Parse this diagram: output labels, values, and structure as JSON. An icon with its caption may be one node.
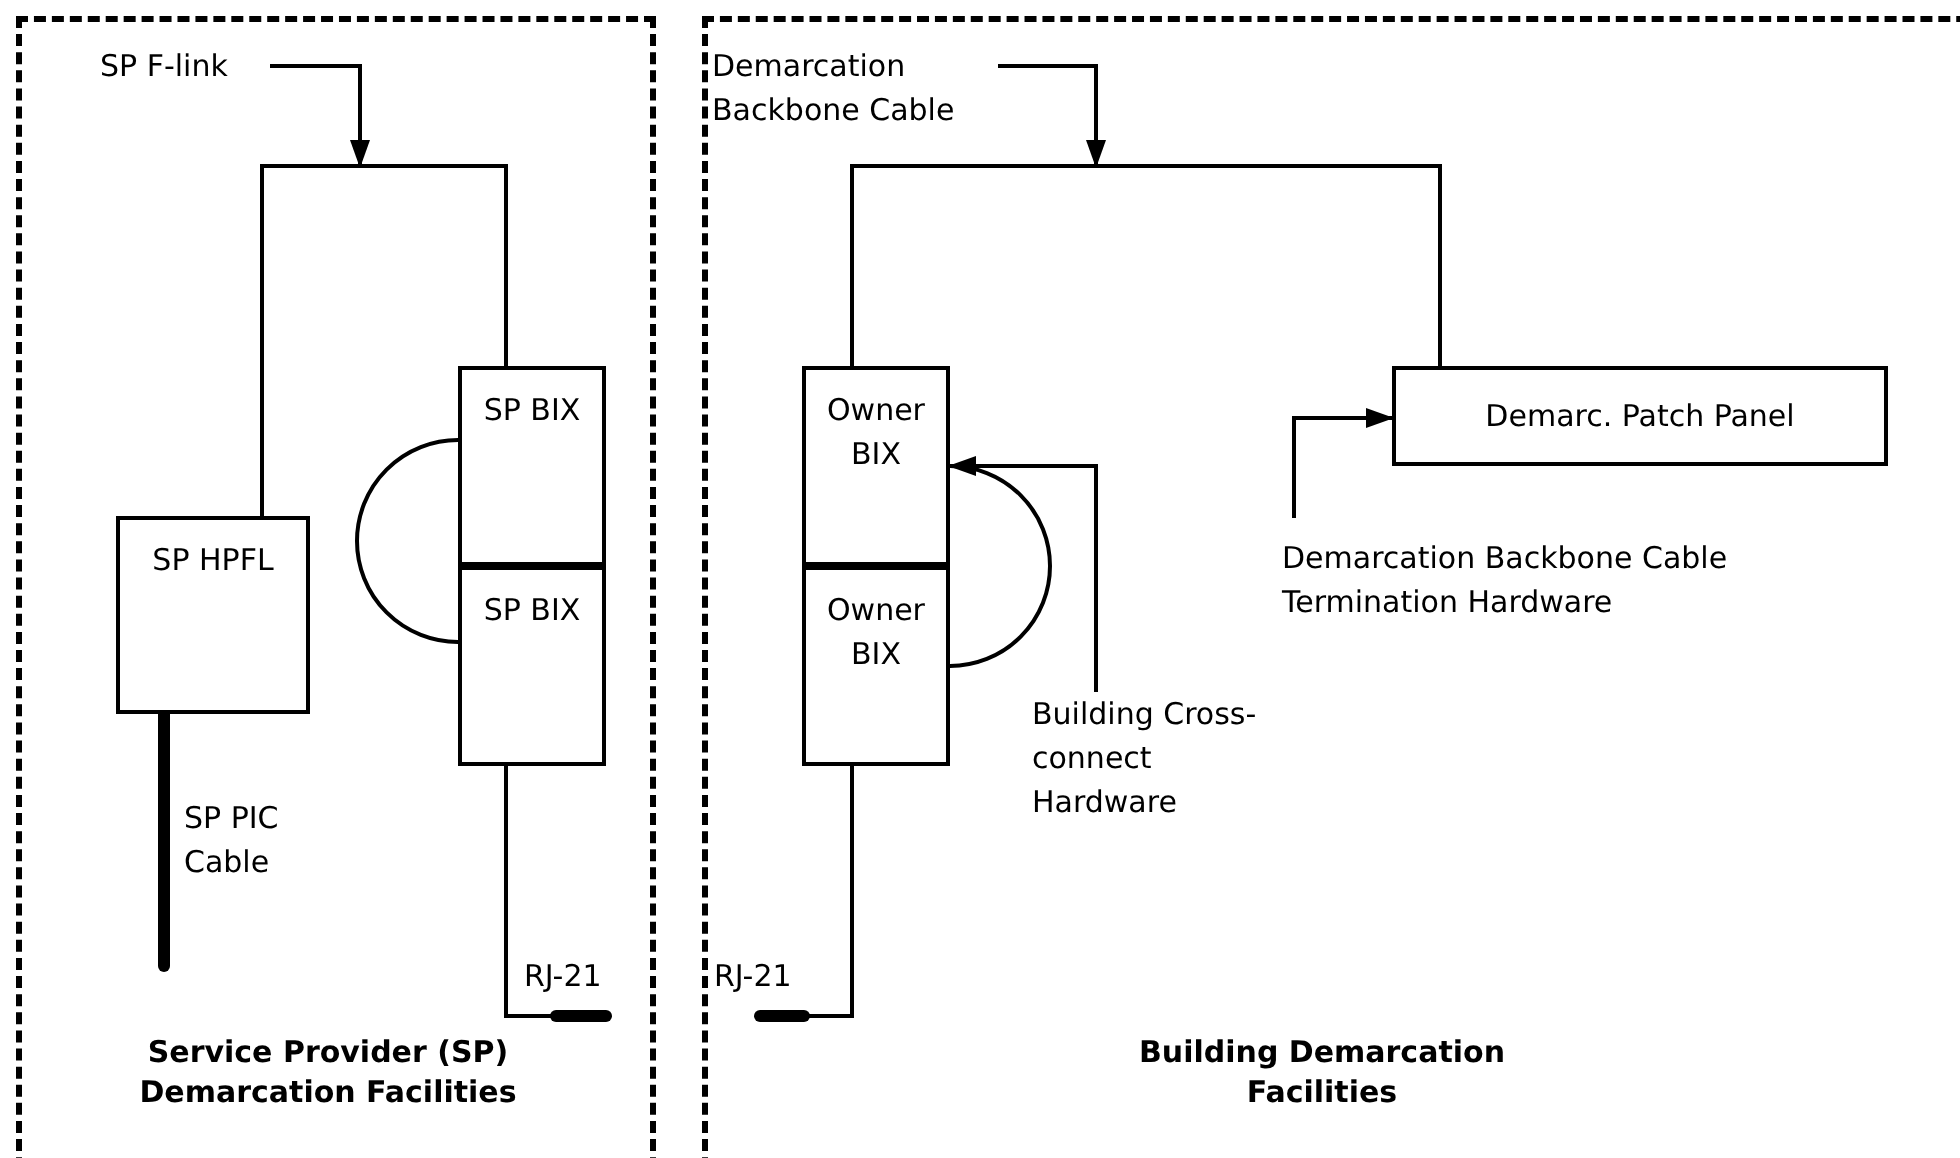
{
  "diagram": {
    "nodes": [
      {
        "text": [
          "Service Provider (SP) Demarcation Facilities"
        ]
      },
      {
        "text": [
          "Building Demarcation Facilities"
        ]
      },
      {
        "text": [
          "SP HPFL"
        ],
        "in": 0
      },
      {
        "text": [
          "SP BIX"
        ],
        "in": 0
      },
      {
        "text": [
          "SP BIX"
        ],
        "in": 0
      },
      {
        "text": [
          "Owner BIX"
        ],
        "in": 1
      },
      {
        "text": [
          "Owner BIX"
        ],
        "in": 1
      },
      {
        "text": [
          "Demarc. Patch Panel"
        ],
        "in": 1
      },
      {
        "text": [
          "SP F-link"
        ],
        "in": 0
      },
      {
        "text": [
          "Demarcation Backbone Cable"
        ],
        "in": 1
      },
      {
        "text": [
          "Demarcation Backbone Cable Termination Hardware"
        ],
        "in": 1
      },
      {
        "text": [
          "Building Cross-connect Hardware"
        ],
        "in": 1
      }
    ],
    "edges": [
      {
        "from": 8,
        "to": null,
        "arrow": "to"
      },
      {
        "from": 2,
        "to": 3,
        "arrow": "none"
      },
      {
        "from": 3,
        "to": 4,
        "arrow": "none"
      },
      {
        "from": 2,
        "to": null,
        "arrow": "none",
        "style": "thick",
        "label": "SP PIC Cable"
      },
      {
        "from": 4,
        "to": null,
        "arrow": "none",
        "label": "RJ-21"
      },
      {
        "from": 9,
        "to": null,
        "arrow": "to"
      },
      {
        "from": 5,
        "to": 7,
        "arrow": "none"
      },
      {
        "from": 5,
        "to": 6,
        "arrow": "none"
      },
      {
        "from": 11,
        "to": 5,
        "arrow": "to"
      },
      {
        "from": 10,
        "to": 7,
        "arrow": "to"
      },
      {
        "from": 6,
        "to": null,
        "arrow": "none",
        "label": "RJ-21"
      }
    ]
  }
}
